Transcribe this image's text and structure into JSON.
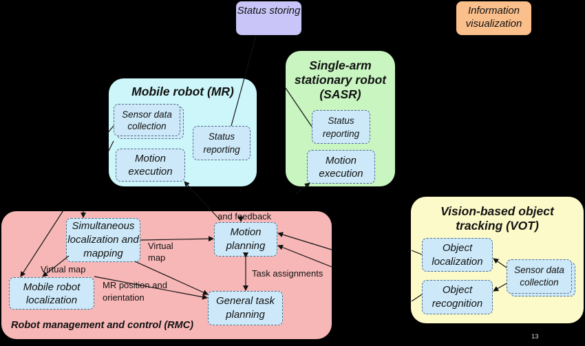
{
  "legend": {
    "status_storing": "Status storing",
    "information_visualization": "Information visualization"
  },
  "mr": {
    "title": "Mobile robot (MR)",
    "sensor": "Sensor data collection",
    "status": "Status reporting",
    "motion": "Motion execution"
  },
  "sasr": {
    "title": "Single-arm stationary robot (SASR)",
    "status": "Status reporting",
    "motion": "Motion execution"
  },
  "rmc": {
    "title": "Robot management and control (RMC)",
    "slam": "Simultaneous localization and mapping",
    "motion_planning": "Motion planning",
    "localization": "Mobile robot localization",
    "task_planning": "General task planning",
    "edge_virtual_map_1": "Virtual map",
    "edge_virtual_map_2": "Virtual map",
    "edge_pose": "MR position and orientation",
    "edge_tasks": "Task assignments",
    "edge_feedback": "and feedback"
  },
  "vot": {
    "title": "Vision-based object tracking (VOT)",
    "localization": "Object localization",
    "recognition": "Object recognition",
    "sensor": "Sensor data collection"
  },
  "page_number": "13",
  "colors": {
    "background": "#000000",
    "status_storing": "#c9c5f8",
    "information_visualization": "#fbbf8c",
    "mr_group": "#cdf6fb",
    "sasr_group": "#c8f5c0",
    "rmc_group": "#f8b7b7",
    "vot_group": "#fcfac8",
    "node_fill": "#cde9f9"
  }
}
